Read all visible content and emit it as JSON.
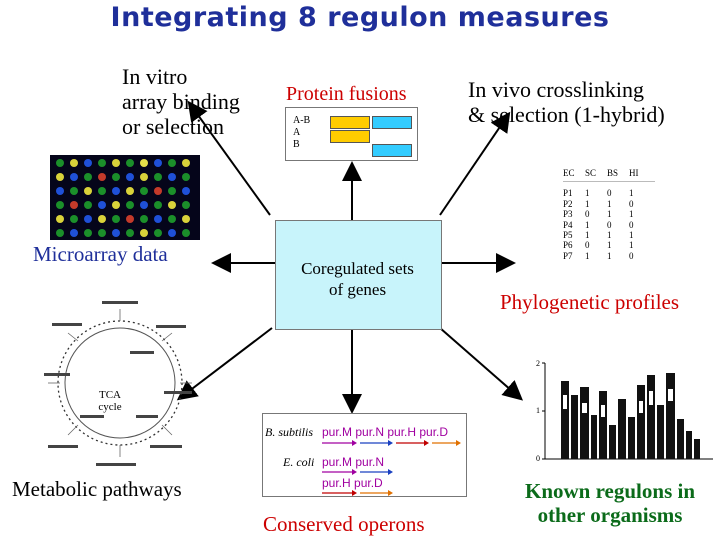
{
  "title": "Integrating 8 regulon measures",
  "nodes": {
    "in_vitro": [
      "In vitro",
      "array binding",
      "or selection"
    ],
    "protein_fusions": "Protein fusions",
    "fusion_labels": [
      "A-B",
      "A",
      "B"
    ],
    "in_vivo": [
      "In vivo crosslinking",
      "& selection (1-hybrid)"
    ],
    "microarray": "Microarray data",
    "center": [
      "Coregulated sets",
      "of genes"
    ],
    "phylogenetic": "Phylogenetic profiles",
    "tca": [
      "TCA",
      "cycle"
    ],
    "metabolic": "Metabolic pathways",
    "conserved": "Conserved operons",
    "known": [
      "Known regulons in",
      "other organisms"
    ]
  },
  "phylo_table": {
    "headers": [
      "EC",
      "SC",
      "BS",
      "HI"
    ],
    "rows": [
      [
        "P1",
        "1",
        "0",
        "1"
      ],
      [
        "P2",
        "1",
        "1",
        "0"
      ],
      [
        "P3",
        "0",
        "1",
        "1"
      ],
      [
        "P4",
        "1",
        "0",
        "0"
      ],
      [
        "P5",
        "1",
        "1",
        "1"
      ],
      [
        "P6",
        "0",
        "1",
        "1"
      ],
      [
        "P7",
        "1",
        "1",
        "0"
      ]
    ]
  },
  "operons": {
    "bsub_label": "B. subtilis",
    "bsub_genes": "pur.M pur.N pur.H pur.D",
    "ecoli_label": "E. coli",
    "ecoli_genes_1": "pur.M pur.N",
    "ecoli_genes_2": "pur.H pur.D"
  },
  "logo_axis": [
    "2",
    "1",
    "0"
  ],
  "colors": {
    "title": "#1f2f9a",
    "center_fill": "#c8f4fb",
    "fusion_a": "#ffcc00",
    "fusion_b": "#33ccff",
    "conserved": "#cc0000",
    "known": "#0b6b1a",
    "gene_text": "#a000a0"
  }
}
